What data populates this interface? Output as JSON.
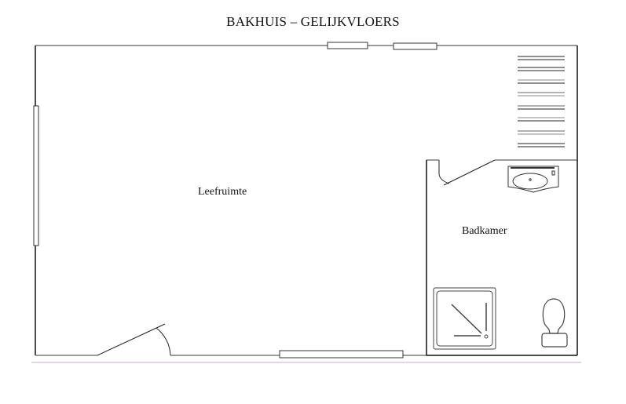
{
  "plan": {
    "title": "BAKHUIS – GELIJKVLOERS",
    "rooms": [
      {
        "id": "living",
        "label": "Leefruimte"
      },
      {
        "id": "bathroom",
        "label": "Badkamer"
      }
    ],
    "elements": {
      "windows": 4,
      "doors": 2,
      "stairs_treads": 8,
      "fixtures": [
        "sink-icon",
        "shower-icon",
        "toilet-icon"
      ]
    },
    "colors": {
      "wall": "#111111",
      "wall_grey": "#7a7a7a",
      "baseline": "#c9a9c9"
    }
  }
}
